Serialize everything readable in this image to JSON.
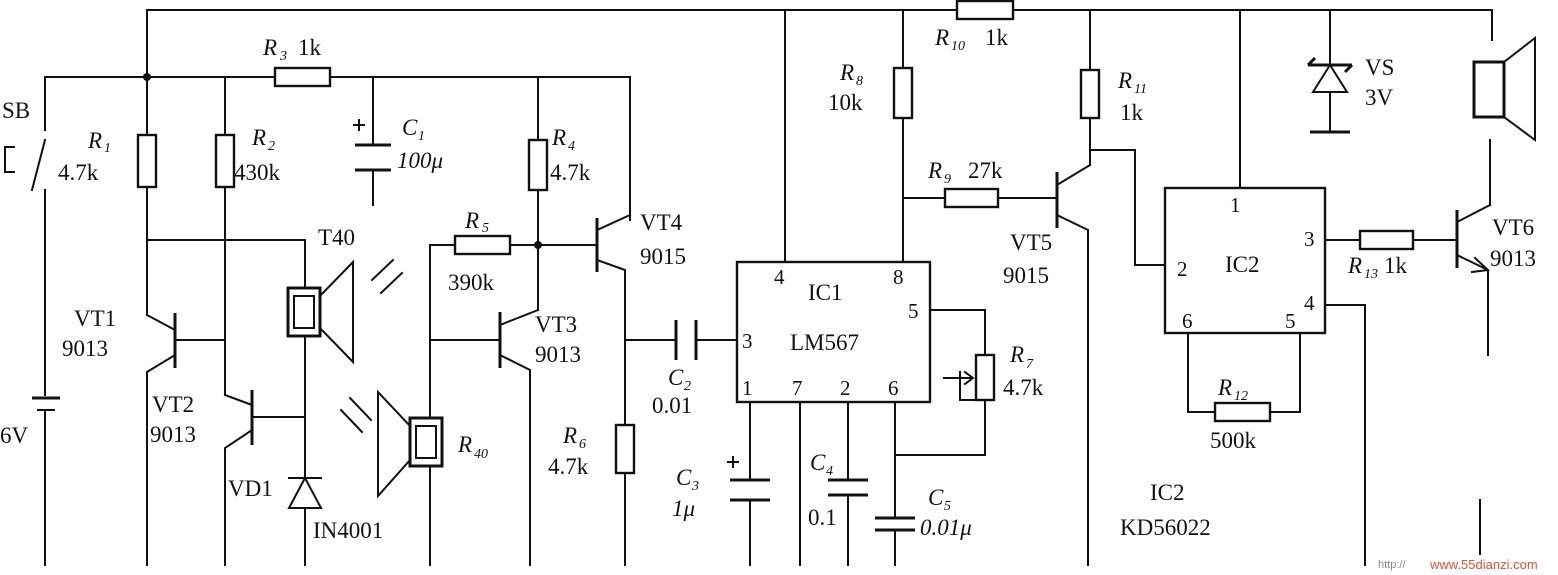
{
  "labels": {
    "sb": "SB",
    "battery": "6V",
    "r1_name": "R",
    "r1_sub": "1",
    "r1_val": "4.7k",
    "r2_name": "R",
    "r2_sub": "2",
    "r2_val": "430k",
    "r3_name": "R",
    "r3_sub": "3",
    "r3_val": "1k",
    "c1_name": "C",
    "c1_sub": "1",
    "c1_val": "100μ",
    "t40": "T40",
    "r40_name": "R",
    "r40_sub": "40",
    "vt1": "VT1",
    "vt1_type": "9013",
    "vt2": "VT2",
    "vt2_type": "9013",
    "vd1": "VD1",
    "vd1_type": "IN4001",
    "r4_name": "R",
    "r4_sub": "4",
    "r4_val": "4.7k",
    "r5_name": "R",
    "r5_sub": "5",
    "r5_val": "390k",
    "vt3": "VT3",
    "vt3_type": "9013",
    "vt4": "VT4",
    "vt4_type": "9015",
    "r6_name": "R",
    "r6_sub": "6",
    "r6_val": "4.7k",
    "c2_name": "C",
    "c2_sub": "2",
    "c2_val": "0.01",
    "c3_name": "C",
    "c3_sub": "3",
    "c3_val": "1μ",
    "c4_name": "C",
    "c4_sub": "4",
    "c4_val": "0.1",
    "c5_name": "C",
    "c5_sub": "5",
    "c5_val": "0.01μ",
    "ic1": "IC1",
    "ic1_type": "LM567",
    "ic1_pin4": "4",
    "ic1_pin8": "8",
    "ic1_pin3": "3",
    "ic1_pin5": "5",
    "ic1_pin1": "1",
    "ic1_pin7": "7",
    "ic1_pin2": "2",
    "ic1_pin6": "6",
    "r7_name": "R",
    "r7_sub": "7",
    "r7_val": "4.7k",
    "r8_name": "R",
    "r8_sub": "8",
    "r8_val": "10k",
    "r9_name": "R",
    "r9_sub": "9",
    "r9_val": "27k",
    "r10_name": "R",
    "r10_sub": "10",
    "r10_val": "1k",
    "r11_name": "R",
    "r11_sub": "11",
    "r11_val": "1k",
    "vt5": "VT5",
    "vt5_type": "9015",
    "vs": "VS",
    "vs_val": "3V",
    "ic2": "IC2",
    "ic2_pin1": "1",
    "ic2_pin2": "2",
    "ic2_pin3": "3",
    "ic2_pin4": "4",
    "ic2_pin5": "5",
    "ic2_pin6": "6",
    "r12_name": "R",
    "r12_sub": "12",
    "r12_val": "500k",
    "r13_name": "R",
    "r13_sub": "13",
    "r13_val": "1k",
    "vt6": "VT6",
    "vt6_type": "9013",
    "ic2_caption": "IC2",
    "ic2_caption_type": "KD56022",
    "watermark_prefix": "http://",
    "watermark": "www.55dianzi.com"
  }
}
